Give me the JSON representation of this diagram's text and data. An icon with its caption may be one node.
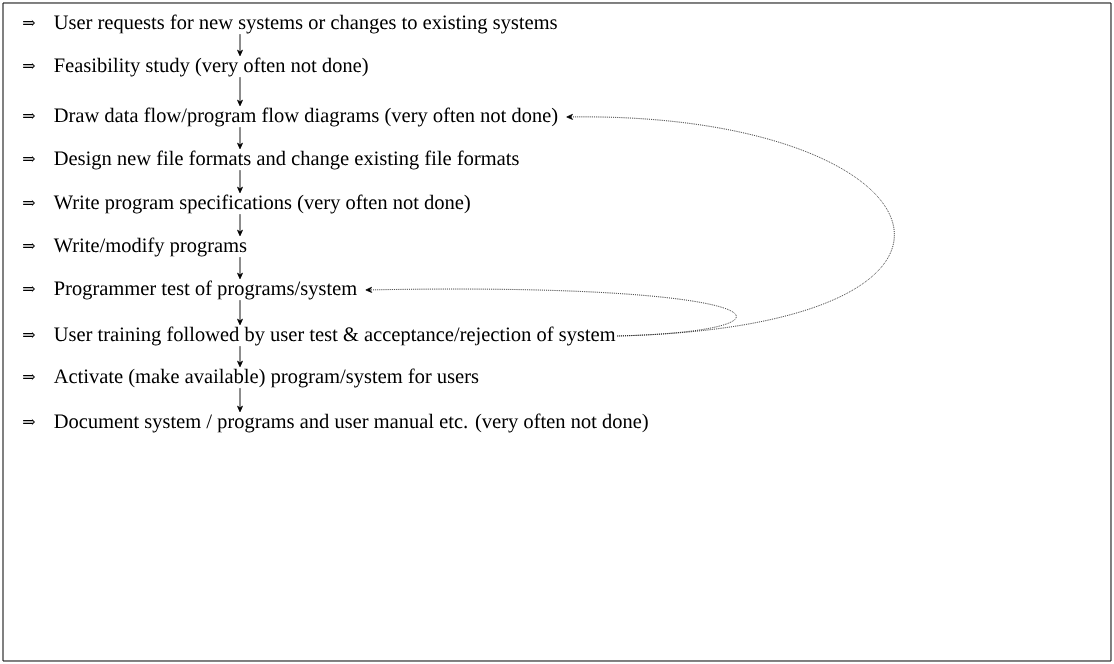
{
  "diagram": {
    "nodes": [
      {
        "text": [
          "User requests for new systems or changes to existing systems"
        ]
      },
      {
        "text": [
          "Feasibility study (very often not done)"
        ]
      },
      {
        "text": [
          "Draw data flow/program flow diagrams (very often not done)"
        ]
      },
      {
        "text": [
          "Design new file formats and change existing file formats"
        ]
      },
      {
        "text": [
          "Write program specifications (very often not done)"
        ]
      },
      {
        "text": [
          "Write/modify programs"
        ]
      },
      {
        "text": [
          "Programmer test of programs/system"
        ]
      },
      {
        "text": [
          "User training followed by user test & acceptance/rejection of system"
        ]
      },
      {
        "text": [
          "Activate (make available) program/system for users"
        ]
      },
      {
        "text": [
          "Document system / programs and user manual etc. (very often not done)"
        ]
      }
    ],
    "edges": [
      {
        "from": 0,
        "to": 1,
        "arrow": "to"
      },
      {
        "from": 1,
        "to": 2,
        "arrow": "to"
      },
      {
        "from": 2,
        "to": 3,
        "arrow": "to"
      },
      {
        "from": 3,
        "to": 4,
        "arrow": "to"
      },
      {
        "from": 4,
        "to": 5,
        "arrow": "to"
      },
      {
        "from": 5,
        "to": 6,
        "arrow": "to"
      },
      {
        "from": 6,
        "to": 7,
        "arrow": "to"
      },
      {
        "from": 7,
        "to": 8,
        "arrow": "to"
      },
      {
        "from": 8,
        "to": 9,
        "arrow": "to"
      },
      {
        "from": 7,
        "to": 2,
        "arrow": "to",
        "style": "dashed"
      },
      {
        "from": 7,
        "to": 6,
        "arrow": "to",
        "style": "dashed"
      }
    ],
    "labels": [
      "⇒",
      "⇒",
      "⇒",
      "⇒",
      "⇒",
      "⇒",
      "⇒",
      "⇒",
      "⇒",
      "⇒"
    ]
  }
}
